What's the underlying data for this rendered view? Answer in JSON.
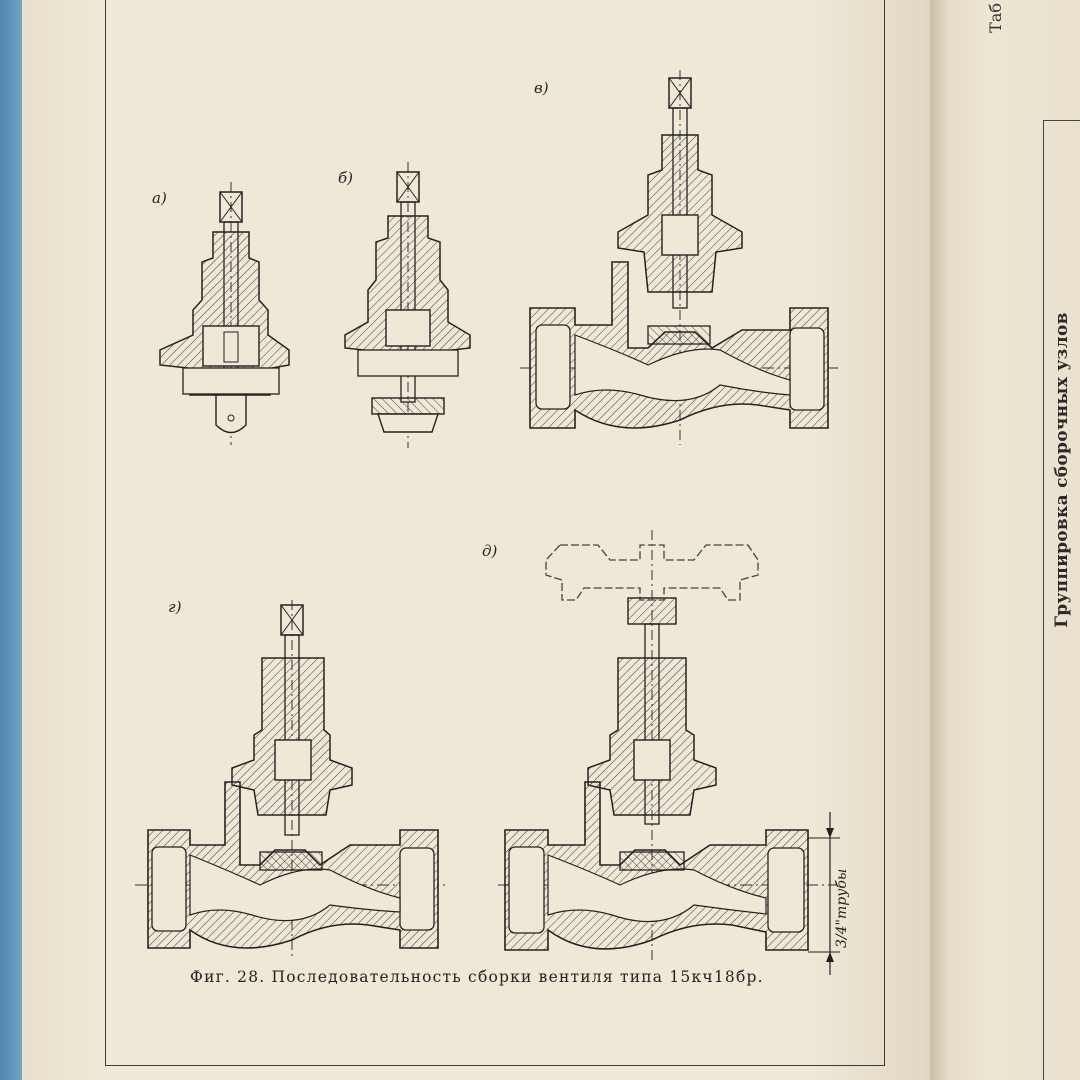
{
  "figure": {
    "labels": {
      "a": "а)",
      "b": "б)",
      "v": "в)",
      "g": "г)",
      "d": "д)"
    },
    "dimension_label": "3/4\"трубы",
    "caption": "Фиг.  28.  Последовательность  сборки  вентиля  типа  15кч18бр."
  },
  "side_page": {
    "title": "Группировка сборочных узлов",
    "corner_text": "Таб"
  }
}
